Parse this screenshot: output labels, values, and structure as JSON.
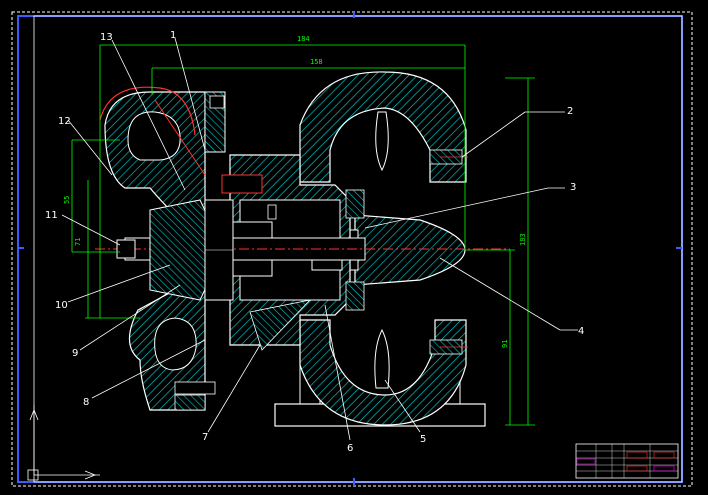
{
  "drawing": {
    "part_numbers": [
      "1",
      "2",
      "3",
      "4",
      "5",
      "6",
      "7",
      "8",
      "9",
      "10",
      "11",
      "12",
      "13"
    ],
    "dimensions": {
      "overall_length": "184",
      "inner_length": "158",
      "overall_height": "183",
      "lower_height": "91",
      "left_height_a": "55",
      "left_height_b": "71"
    },
    "colors": {
      "background": "#000000",
      "hatch": "#00c8c8",
      "outline": "#ffffff",
      "dimension": "#00ff00",
      "centerline": "#ff3030",
      "border": "#3a5cff",
      "titleblock_accent": "#ff00ff"
    }
  }
}
